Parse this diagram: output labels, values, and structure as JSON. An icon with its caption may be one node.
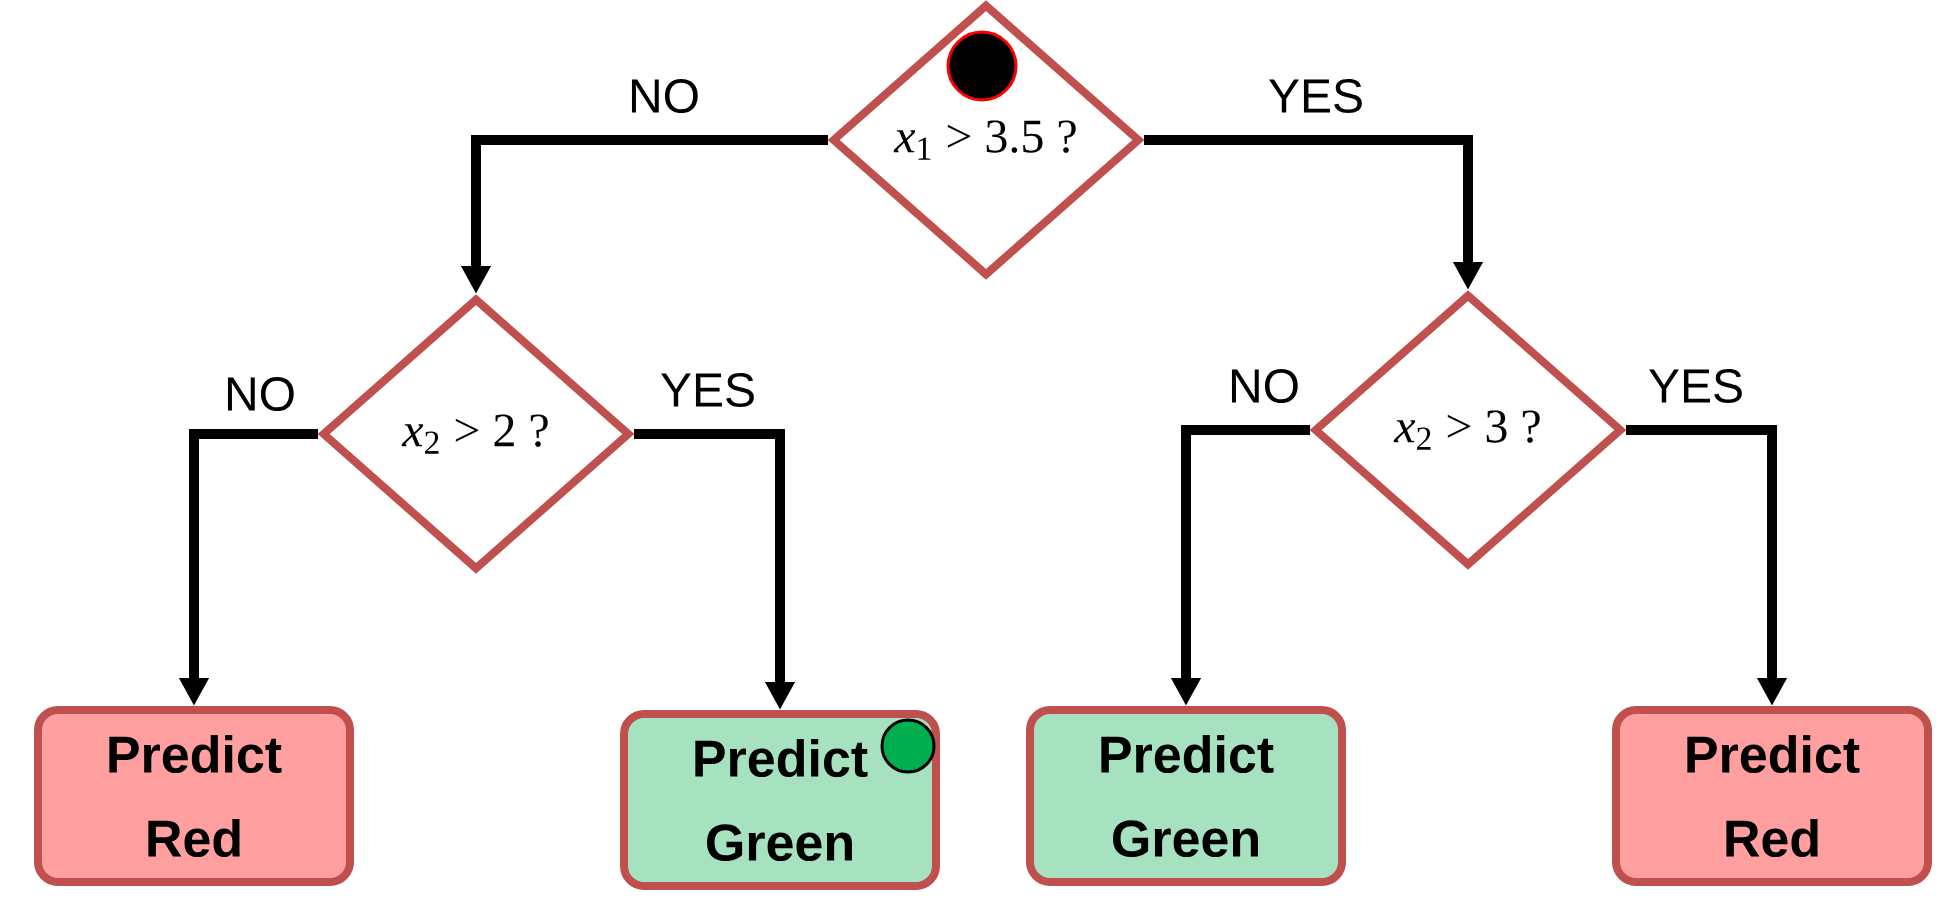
{
  "diagram": {
    "nodes": [
      {
        "text": [
          "*x*$_{1}$ > 3.5 ?"
        ]
      },
      {
        "text": [
          "*x*$_{2}$ > 2 ?"
        ]
      },
      {
        "text": [
          "*x*$_{2}$ > 3 ?"
        ]
      },
      {
        "text": [
          "Predict Red"
        ]
      },
      {
        "text": [
          "Predict Green"
        ]
      },
      {
        "text": [
          "Predict Green"
        ]
      },
      {
        "text": [
          "Predict Red"
        ]
      }
    ],
    "edges": [
      {
        "from": 0,
        "to": 1,
        "arrow": "to",
        "label": "NO"
      },
      {
        "from": 0,
        "to": 2,
        "arrow": "to",
        "label": "YES"
      },
      {
        "from": 1,
        "to": 3,
        "arrow": "to",
        "label": "NO"
      },
      {
        "from": 1,
        "to": 4,
        "arrow": "to",
        "label": "YES"
      },
      {
        "from": 2,
        "to": 5,
        "arrow": "to",
        "label": "NO"
      },
      {
        "from": 2,
        "to": 6,
        "arrow": "to",
        "label": "YES"
      }
    ]
  }
}
